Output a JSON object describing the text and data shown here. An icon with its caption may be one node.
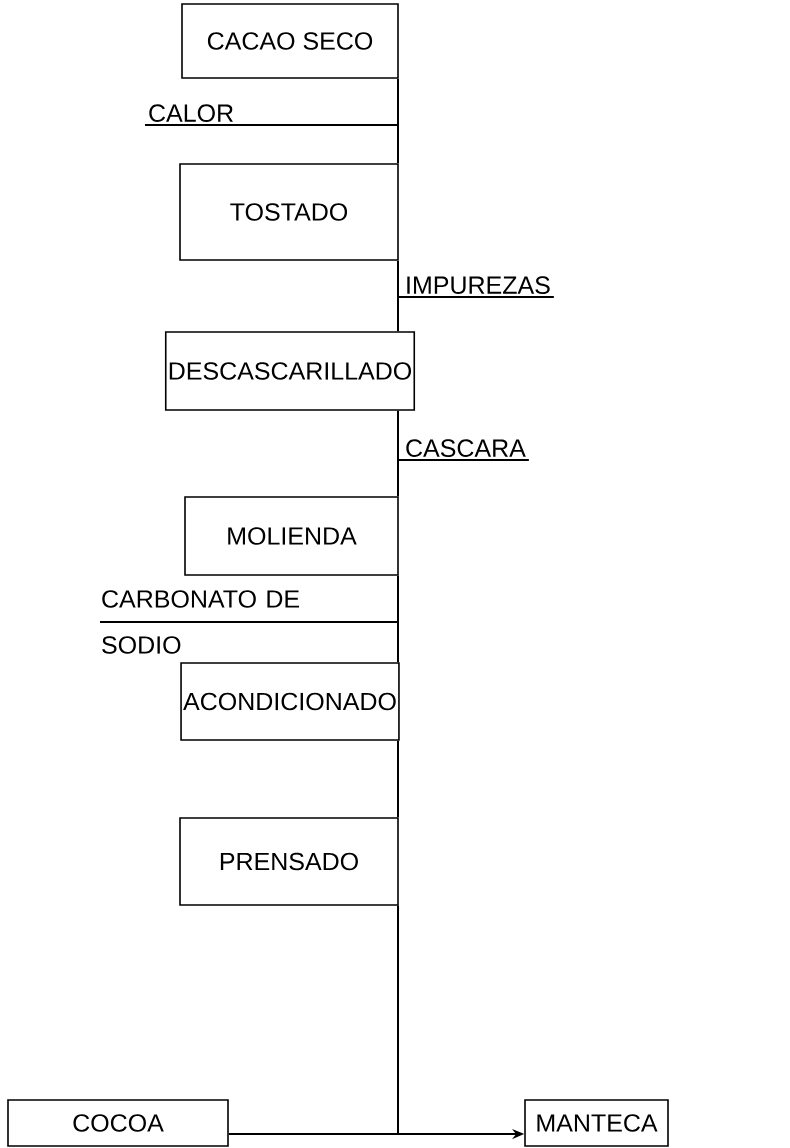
{
  "diagram": {
    "nodes": [
      {
        "text": [
          "CACAO SECO"
        ]
      },
      {
        "text": [
          "TOSTADO"
        ]
      },
      {
        "text": [
          "DESCASCARILLADO"
        ]
      },
      {
        "text": [
          "MOLIENDA"
        ]
      },
      {
        "text": [
          "ACONDICIONADO"
        ]
      },
      {
        "text": [
          "PRENSADO"
        ]
      },
      {
        "text": [
          "COCOA"
        ]
      },
      {
        "text": [
          "MANTECA"
        ]
      },
      {
        "text": [
          "CALOR"
        ]
      },
      {
        "text": [
          "IMPUREZAS"
        ]
      },
      {
        "text": [
          "CASCARA"
        ]
      },
      {
        "text": [
          "CARBONATO DE SODIO"
        ]
      }
    ],
    "edges": [
      {
        "from": 0,
        "to": 1,
        "arrow": "none"
      },
      {
        "from": 1,
        "to": 2,
        "arrow": "none"
      },
      {
        "from": 2,
        "to": 3,
        "arrow": "none"
      },
      {
        "from": 3,
        "to": 4,
        "arrow": "none"
      },
      {
        "from": 4,
        "to": 5,
        "arrow": "none"
      },
      {
        "from": 5,
        "to": 6,
        "arrow": "none"
      },
      {
        "from": 5,
        "to": 7,
        "arrow": "to"
      },
      {
        "from": 8,
        "to": null,
        "arrow": "none"
      },
      {
        "from": 9,
        "to": null,
        "arrow": "none"
      },
      {
        "from": 10,
        "to": null,
        "arrow": "none"
      },
      {
        "from": 11,
        "to": null,
        "arrow": "none"
      }
    ]
  }
}
